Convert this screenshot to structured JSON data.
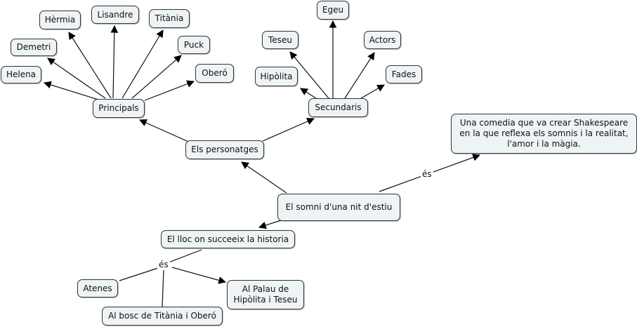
{
  "concepts": {
    "root": "El somni d'una nit d'estiu",
    "characters": "Els personatges",
    "principals": "Principals",
    "secundaris": "Secundaris",
    "helena": "Helena",
    "demetri": "Demetri",
    "hermia": "Hèrmia",
    "lisandre": "Lisandre",
    "titania": "Titània",
    "puck": "Puck",
    "obero": "Oberó",
    "hipolita": "Hipòlita",
    "teseu": "Teseu",
    "egeu": "Egeu",
    "actors": "Actors",
    "fades": "Fades",
    "definition": "Una comedia que va crear Shakespeare en la que reflexa els somnis i la realitat, l'amor i la màgia.",
    "place": "El lloc on succeeix la historia",
    "atenes": "Atenes",
    "bosc": "Al bosc de Titània i Oberó",
    "palau": "Al Palau de Hipòlita i Teseu"
  },
  "link_labels": {
    "root_definition": "és",
    "place_options": "és"
  }
}
